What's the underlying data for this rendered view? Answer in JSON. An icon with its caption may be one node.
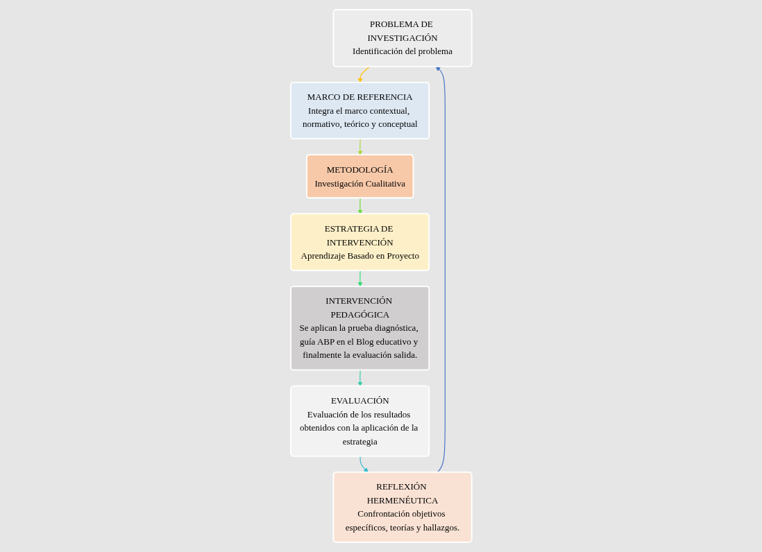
{
  "diagram": {
    "nodes": [
      {
        "text": [
          "PROBLEMA DE INVESTIGACIÓN",
          "Identificación del problema"
        ]
      },
      {
        "text": [
          "MARCO DE REFERENCIA",
          "Integra el marco contextual, normativo, teórico y conceptual"
        ]
      },
      {
        "text": [
          "METODOLOGÍA",
          "Investigación Cualitativa"
        ]
      },
      {
        "text": [
          "ESTRATEGIA DE INTERVENCIÓN",
          "Aprendizaje Basado en Proyecto"
        ]
      },
      {
        "text": [
          "INTERVENCIÓN PEDAGÓGICA",
          "Se aplican la prueba diagnóstica, guía ABP en el Blog educativo y finalmente la evaluación salida."
        ]
      },
      {
        "text": [
          "EVALUACIÓN",
          "Evaluación de los resultados obtenidos con la aplicación de la estrategia"
        ]
      },
      {
        "text": [
          "REFLEXIÓN HERMENÉUTICA",
          "Confrontación objetivos específicos, teorías y hallazgos."
        ]
      }
    ],
    "edges": [
      {
        "from": 0,
        "to": 1,
        "arrow": "to",
        "color": "#ffc000"
      },
      {
        "from": 1,
        "to": 2,
        "arrow": "to",
        "color": "#a9d83a"
      },
      {
        "from": 2,
        "to": 3,
        "arrow": "to",
        "color": "#66dd33"
      },
      {
        "from": 3,
        "to": 4,
        "arrow": "to",
        "color": "#33dd77"
      },
      {
        "from": 4,
        "to": 5,
        "arrow": "to",
        "color": "#33ccaa"
      },
      {
        "from": 5,
        "to": 6,
        "arrow": "to",
        "color": "#33bbcc"
      },
      {
        "from": 6,
        "to": 0,
        "arrow": "to",
        "color": "#4472c4"
      }
    ]
  }
}
